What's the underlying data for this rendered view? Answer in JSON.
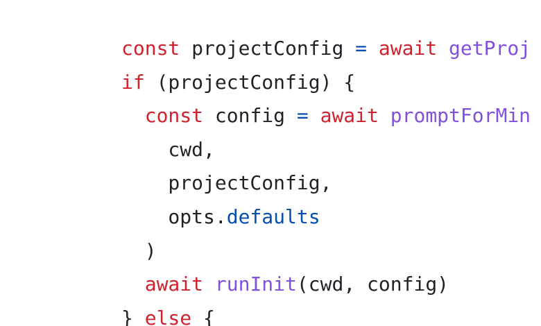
{
  "code": {
    "colors": {
      "keyword": "#cf222e",
      "operator": "#0550ae",
      "function": "#8250df",
      "property": "#0550ae",
      "text": "#1f2328",
      "background": "#ffffff"
    },
    "lines": [
      {
        "tokens": [
          {
            "t": "const",
            "k": "kw"
          },
          {
            "t": " projectConfig ",
            "k": "plain"
          },
          {
            "t": "=",
            "k": "op"
          },
          {
            "t": " ",
            "k": "plain"
          },
          {
            "t": "await",
            "k": "kw"
          },
          {
            "t": " ",
            "k": "plain"
          },
          {
            "t": "getProj",
            "k": "fn"
          }
        ]
      },
      {
        "tokens": [
          {
            "t": "if",
            "k": "kw"
          },
          {
            "t": " (projectConfig) {",
            "k": "plain"
          }
        ]
      },
      {
        "tokens": [
          {
            "t": "  ",
            "k": "plain"
          },
          {
            "t": "const",
            "k": "kw"
          },
          {
            "t": " config ",
            "k": "plain"
          },
          {
            "t": "=",
            "k": "op"
          },
          {
            "t": " ",
            "k": "plain"
          },
          {
            "t": "await",
            "k": "kw"
          },
          {
            "t": " ",
            "k": "plain"
          },
          {
            "t": "promptForMin",
            "k": "fn"
          }
        ]
      },
      {
        "tokens": [
          {
            "t": "    cwd,",
            "k": "plain"
          }
        ]
      },
      {
        "tokens": [
          {
            "t": "    projectConfig,",
            "k": "plain"
          }
        ]
      },
      {
        "tokens": [
          {
            "t": "    opts.",
            "k": "plain"
          },
          {
            "t": "defaults",
            "k": "prop"
          }
        ]
      },
      {
        "tokens": [
          {
            "t": "  )",
            "k": "plain"
          }
        ]
      },
      {
        "tokens": [
          {
            "t": "  ",
            "k": "plain"
          },
          {
            "t": "await",
            "k": "kw"
          },
          {
            "t": " ",
            "k": "plain"
          },
          {
            "t": "runInit",
            "k": "fn"
          },
          {
            "t": "(cwd, config)",
            "k": "plain"
          }
        ]
      },
      {
        "tokens": [
          {
            "t": "} ",
            "k": "plain"
          },
          {
            "t": "else",
            "k": "kw"
          },
          {
            "t": " {",
            "k": "plain"
          }
        ]
      }
    ]
  }
}
